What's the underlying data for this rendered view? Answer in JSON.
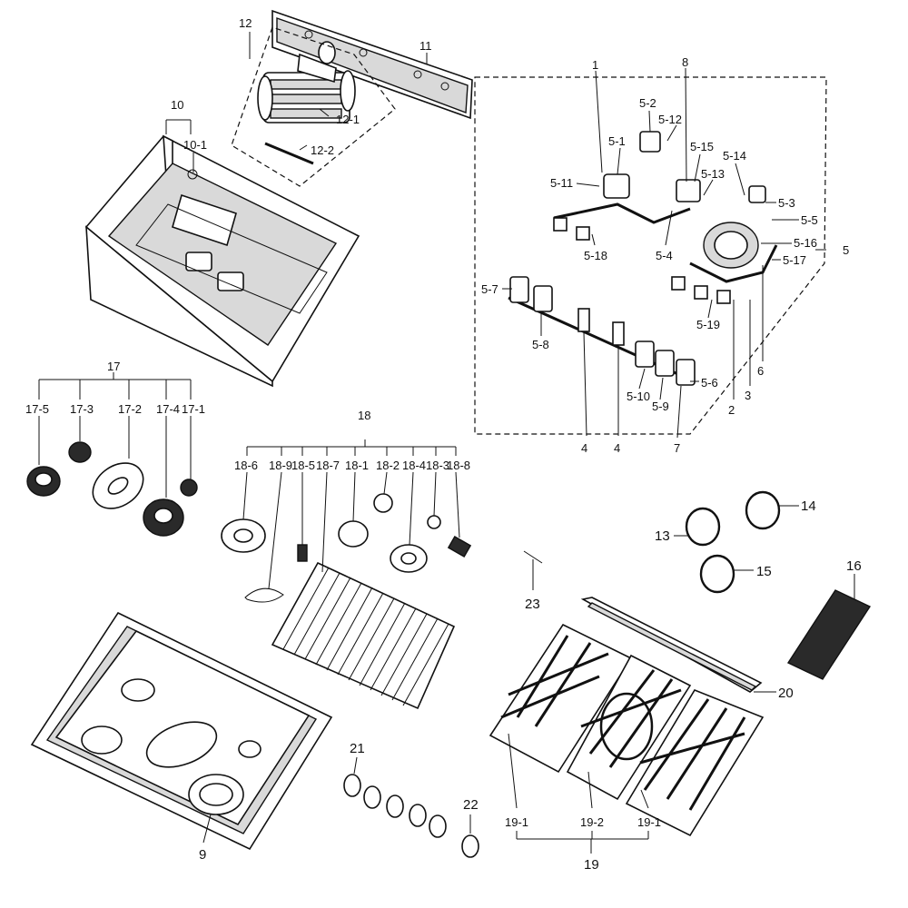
{
  "labels": {
    "l1": "1",
    "l2": "2",
    "l3": "3",
    "l4a": "4",
    "l4b": "4",
    "l5": "5",
    "l5_1": "5-1",
    "l5_2": "5-2",
    "l5_3": "5-3",
    "l5_4": "5-4",
    "l5_5": "5-5",
    "l5_6": "5-6",
    "l5_7": "5-7",
    "l5_8": "5-8",
    "l5_9": "5-9",
    "l5_10": "5-10",
    "l5_11": "5-11",
    "l5_12": "5-12",
    "l5_13": "5-13",
    "l5_14": "5-14",
    "l5_15": "5-15",
    "l5_16": "5-16",
    "l5_17": "5-17",
    "l5_18": "5-18",
    "l5_19": "5-19",
    "l6": "6",
    "l7": "7",
    "l8": "8",
    "l9": "9",
    "l10": "10",
    "l10_1": "10-1",
    "l11": "11",
    "l12": "12",
    "l12_1": "12-1",
    "l12_2": "12-2",
    "l13": "13",
    "l14": "14",
    "l15": "15",
    "l16": "16",
    "l17": "17",
    "l17_1": "17-1",
    "l17_2": "17-2",
    "l17_3": "17-3",
    "l17_4": "17-4",
    "l17_5": "17-5",
    "l18": "18",
    "l18_1": "18-1",
    "l18_2": "18-2",
    "l18_3": "18-3",
    "l18_4": "18-4",
    "l18_5": "18-5",
    "l18_6": "18-6",
    "l18_7": "18-7",
    "l18_8": "18-8",
    "l18_9": "18-9",
    "l19": "19",
    "l19_1a": "19-1",
    "l19_1b": "19-1",
    "l19_2": "19-2",
    "l20": "20",
    "l21": "21",
    "l22": "22",
    "l23": "23"
  }
}
